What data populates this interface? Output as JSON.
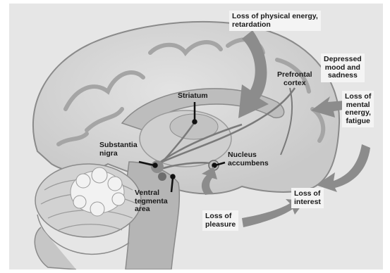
{
  "labels": {
    "striatum": "Striatum",
    "substantia_nigra": "Substantia\nnigra",
    "nucleus_accumbens": "Nucleus\naccumbens",
    "ventral_tegmenta": "Ventral\ntegmenta\narea",
    "prefrontal_cortex": "Prefrontal\ncortex"
  },
  "symptoms": {
    "physical_energy": "Loss of physical energy,\nretardation",
    "depressed_mood": "Depressed\nmood and\nsadness",
    "mental_energy": "Loss of\nmental\nenergy,\nfatigue",
    "interest": "Loss of\ninterest",
    "pleasure": "Loss of\npleasure"
  },
  "colors": {
    "background": "#e6e6e6",
    "brain": "#d9d9d9",
    "brain_outline": "#8a8a8a",
    "arrow": "#8c8c8c",
    "label_box": "#f4f4f4"
  }
}
